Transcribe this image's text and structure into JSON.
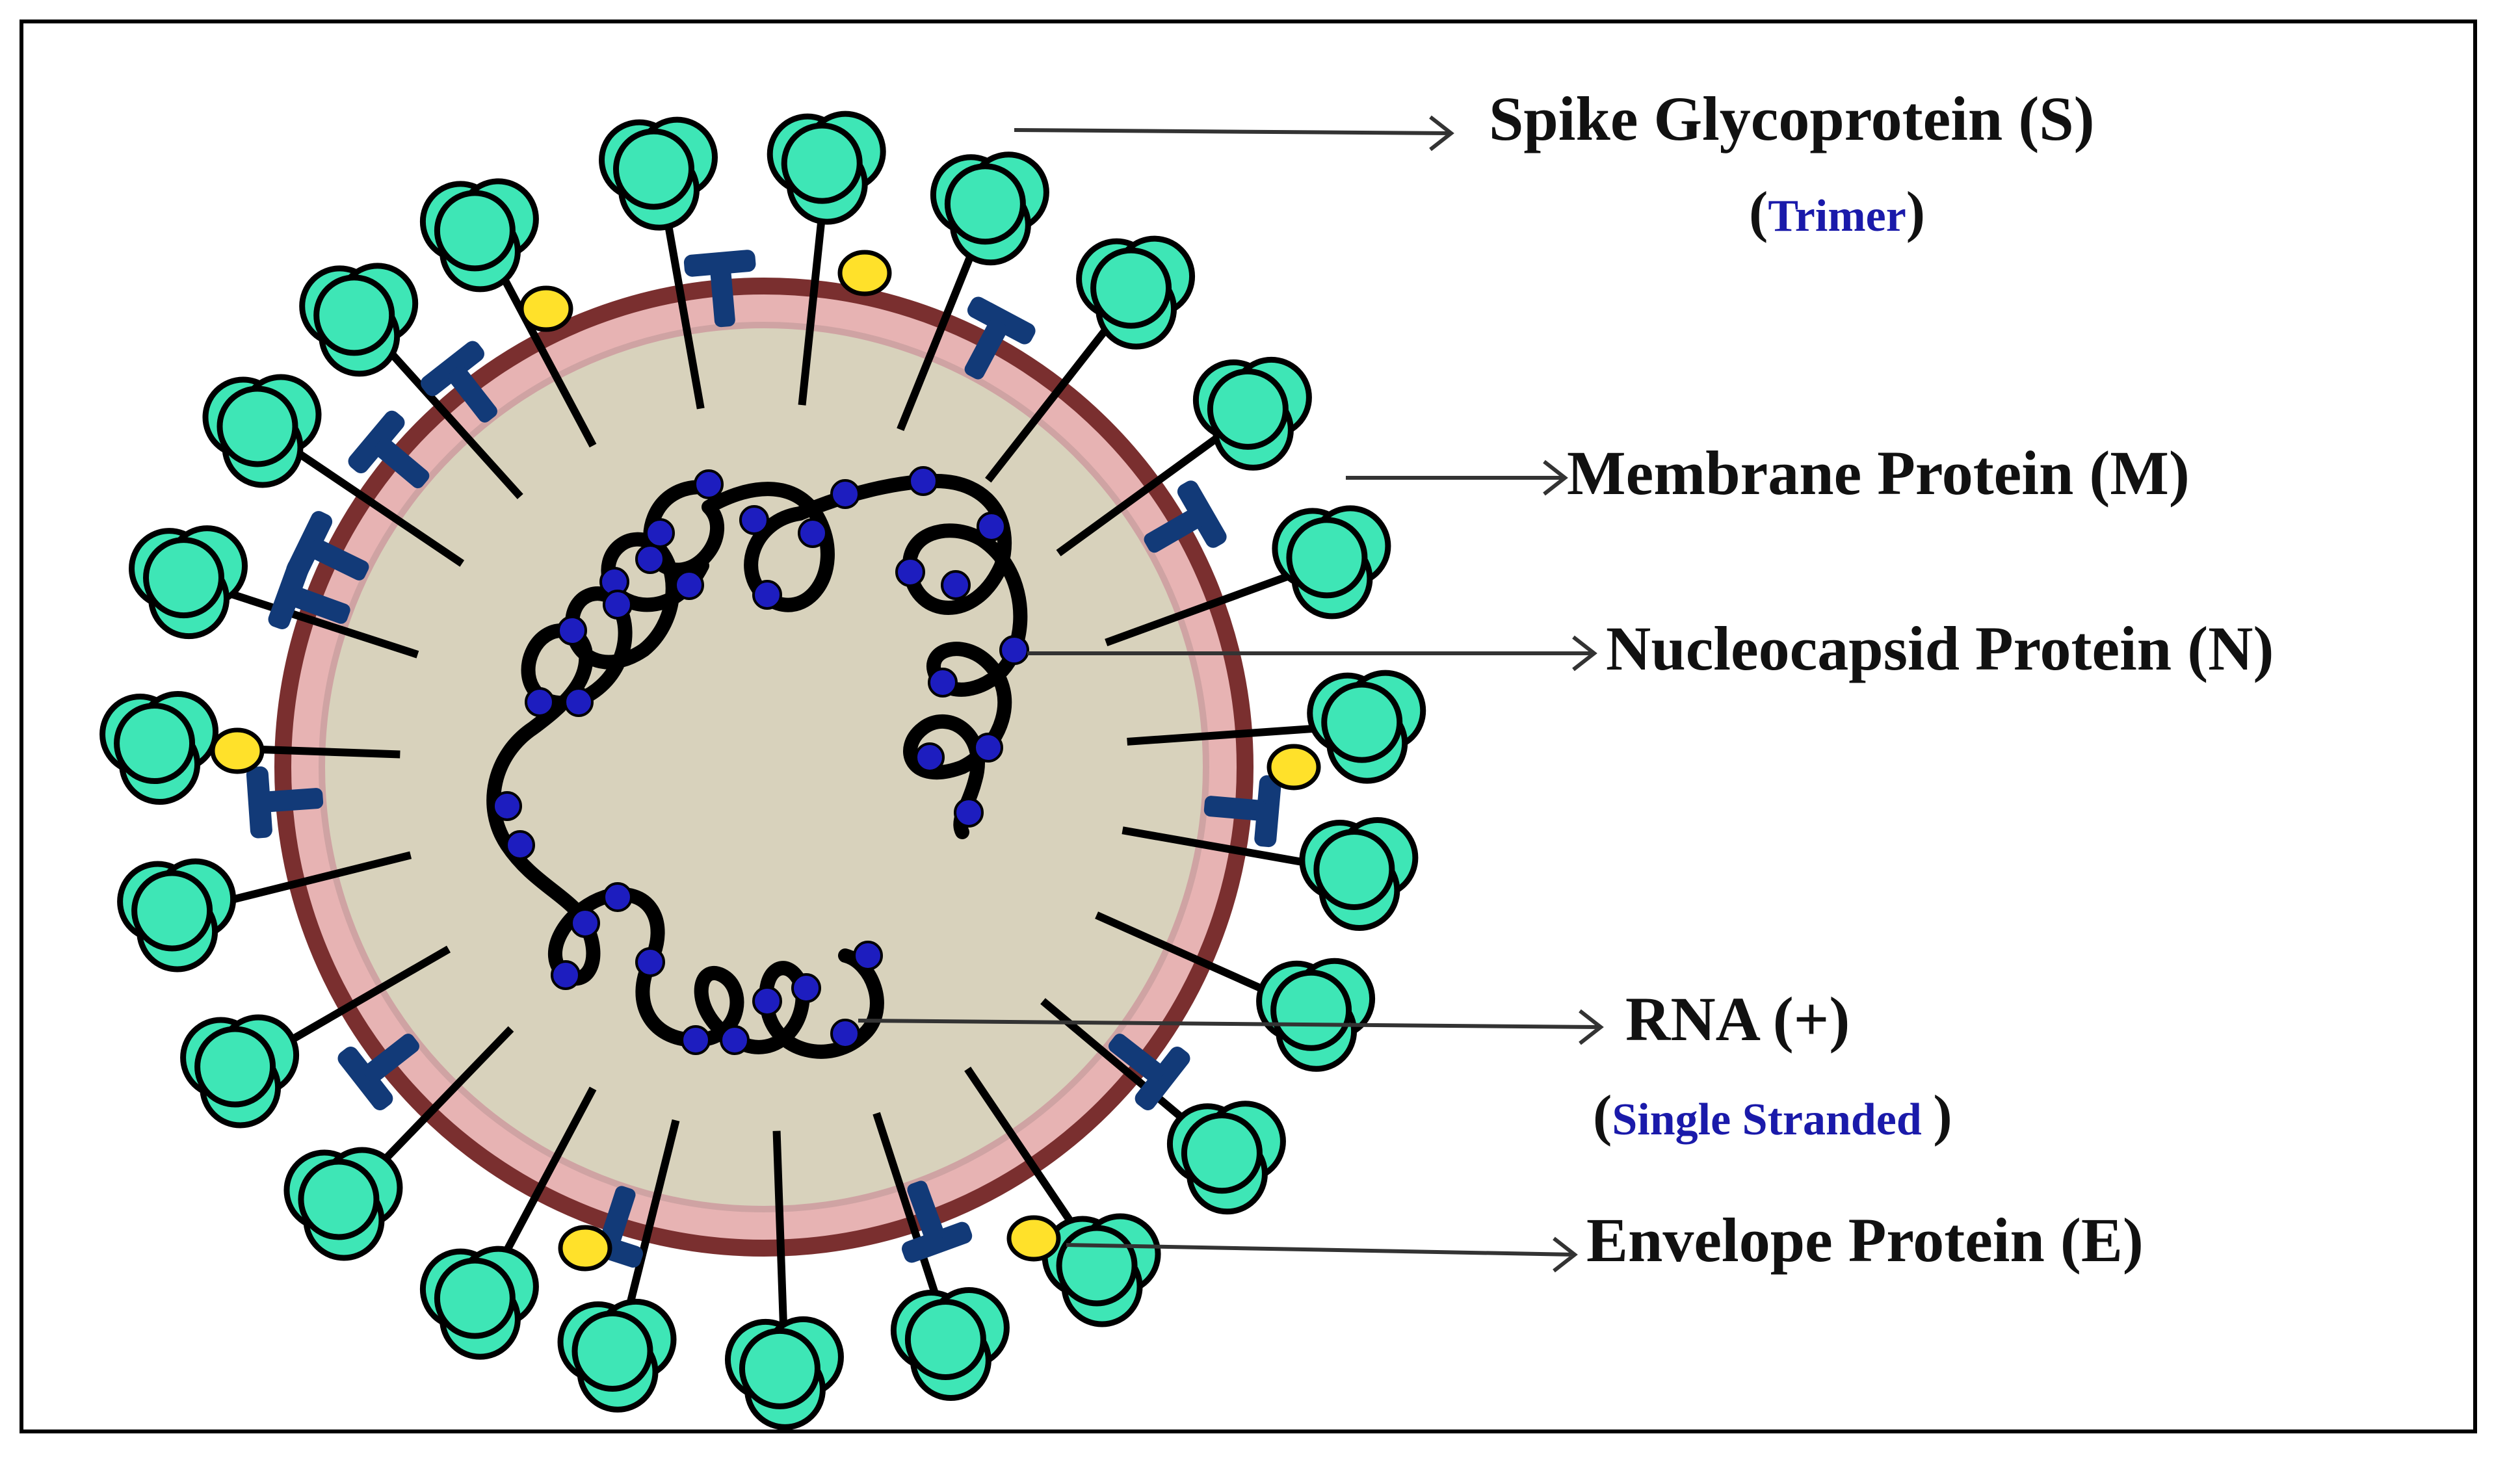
{
  "labels": {
    "spike": "Spike Glycoprotein (S)",
    "spike_paren_open": "(",
    "spike_sub": "Trimer",
    "spike_paren_close": ")",
    "membrane": "Membrane Protein (M)",
    "nucleocapsid": "Nucleocapsid Protein (N)",
    "rna": "RNA  (+)",
    "rna_paren_open": "(",
    "rna_sub": "Single Stranded ",
    "rna_paren_close": ")",
    "envelope": "Envelope  Protein (E)"
  },
  "colors": {
    "spike_fill": "#3ee6b6",
    "envelope_fill": "#ffe12a",
    "membrane_protein": "#123a78",
    "capsid_fill": "#d8d2bc",
    "membrane_layer": "#e7b3b3",
    "membrane_outline": "#7a2f2f",
    "nucleocapsid_dot": "#1d1dbf",
    "rna_strand": "#000000",
    "sub_label": "#1a1aaa"
  },
  "icons": {
    "spike": "spike-trimer-icon",
    "envelope": "envelope-protein-icon",
    "membrane": "membrane-protein-icon"
  }
}
